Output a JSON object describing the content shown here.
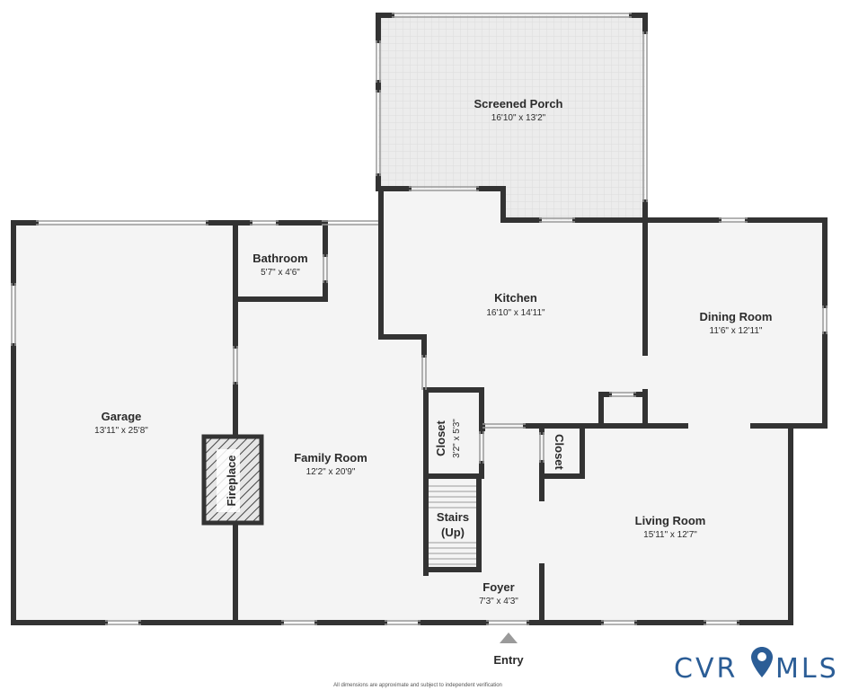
{
  "rooms": {
    "screened_porch": {
      "name": "Screened Porch",
      "dims": "16'10\" x 13'2\""
    },
    "bathroom": {
      "name": "Bathroom",
      "dims": "5'7\" x 4'6\""
    },
    "kitchen": {
      "name": "Kitchen",
      "dims": "16'10\" x 14'11\""
    },
    "dining_room": {
      "name": "Dining Room",
      "dims": "11'6\" x 12'11\""
    },
    "garage": {
      "name": "Garage",
      "dims": "13'11\" x 25'8\""
    },
    "family_room": {
      "name": "Family Room",
      "dims": "12'2\" x 20'9\""
    },
    "closet_hall": {
      "name": "Closet",
      "dims": "3'2\" x 5'3\""
    },
    "closet_living": {
      "name": "Closet"
    },
    "fireplace": {
      "name": "Fireplace"
    },
    "stairs": {
      "name_line1": "Stairs",
      "name_line2": "(Up)"
    },
    "foyer": {
      "name": "Foyer",
      "dims": "7'3\" x 4'3\""
    },
    "living_room": {
      "name": "Living Room",
      "dims": "15'11\" x 12'7\""
    }
  },
  "entry_label": "Entry",
  "footnote": "All dimensions are approximate and subject to independent verification",
  "logo": {
    "text_left": "CVR",
    "text_right": "MLS",
    "icon": "map-pin-icon"
  },
  "colors": {
    "wall": "#333333",
    "floor": "#f4f4f4",
    "porch": "#ececec",
    "logo": "#2b5d96"
  }
}
